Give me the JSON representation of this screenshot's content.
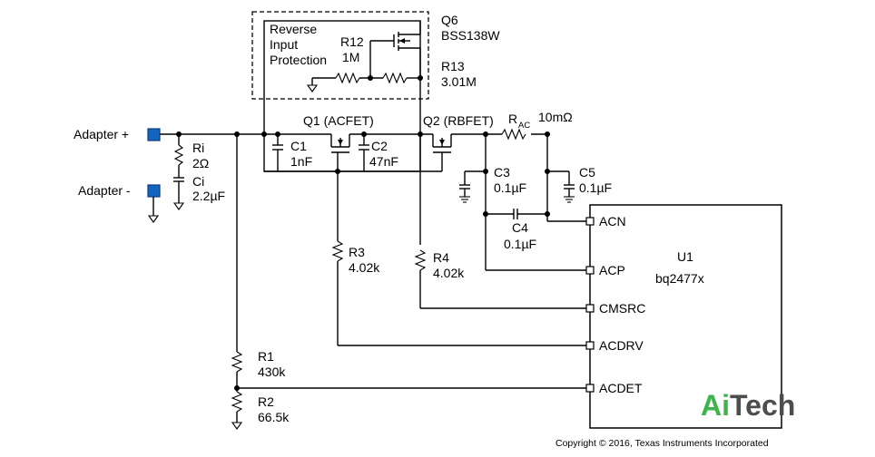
{
  "adapter": {
    "plus_label": "Adapter +",
    "minus_label": "Adapter -"
  },
  "ri": {
    "name": "Ri",
    "value": "2Ω"
  },
  "ci": {
    "name": "Ci",
    "value": "2.2µF"
  },
  "protection": {
    "title_line1": "Reverse",
    "title_line2": "Input",
    "title_line3": "Protection"
  },
  "q6": {
    "name": "Q6",
    "part": "BSS138W"
  },
  "r12": {
    "name": "R12",
    "value": "1M"
  },
  "r13": {
    "name": "R13",
    "value": "3.01M"
  },
  "q1": {
    "label": "Q1 (ACFET)"
  },
  "q2": {
    "label": "Q2 (RBFET)"
  },
  "c1": {
    "name": "C1",
    "value": "1nF"
  },
  "c2": {
    "name": "C2",
    "value": "47nF"
  },
  "rac": {
    "name": "R",
    "sub": "AC",
    "value": "10mΩ"
  },
  "c3": {
    "name": "C3",
    "value": "0.1µF"
  },
  "c4": {
    "name": "C4",
    "value": "0.1µF"
  },
  "c5": {
    "name": "C5",
    "value": "0.1µF"
  },
  "r3": {
    "name": "R3",
    "value": "4.02k"
  },
  "r4": {
    "name": "R4",
    "value": "4.02k"
  },
  "r1": {
    "name": "R1",
    "value": "430k"
  },
  "r2": {
    "name": "R2",
    "value": "66.5k"
  },
  "u1": {
    "name": "U1",
    "part": "bq2477x"
  },
  "pins": {
    "acn": "ACN",
    "acp": "ACP",
    "cmsrc": "CMSRC",
    "acdrv": "ACDRV",
    "acdet": "ACDET"
  },
  "logo": {
    "part1": "Ai",
    "part2": "Tech"
  },
  "copyright": "Copyright © 2016, Texas Instruments Incorporated"
}
